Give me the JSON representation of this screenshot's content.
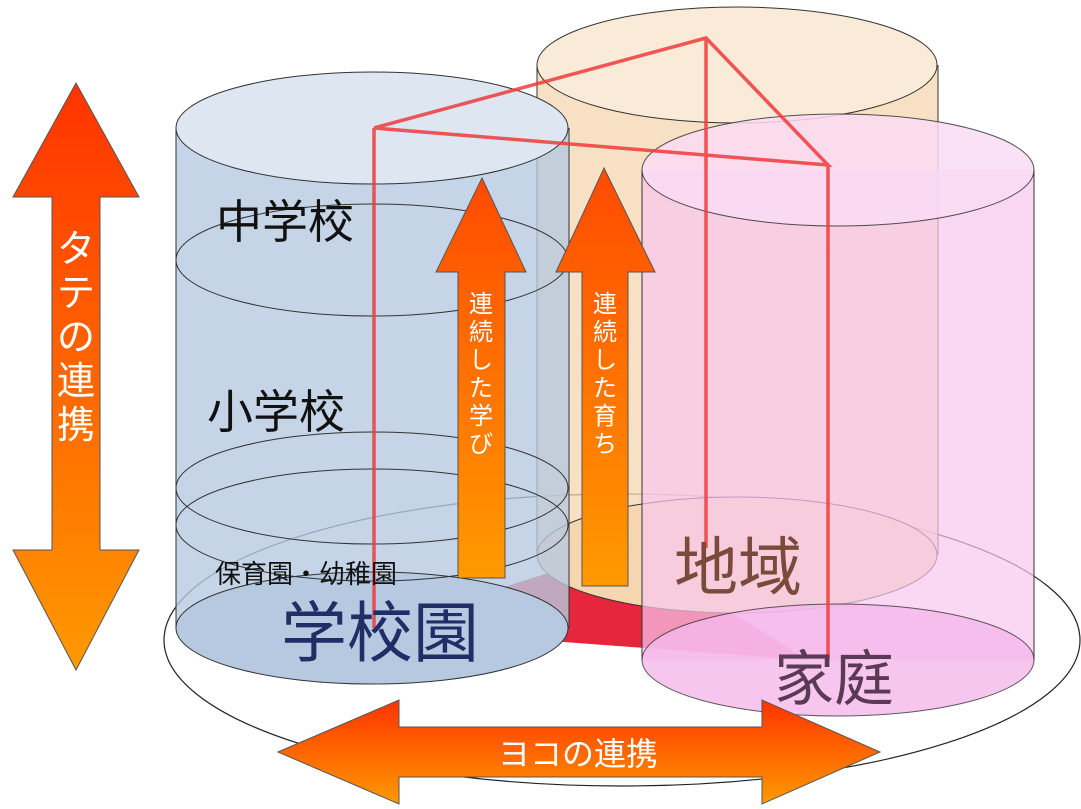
{
  "labels": {
    "vertical_link": "タテの連携",
    "horizontal_link": "ヨコの連携",
    "continuous_learning": "連続した学び",
    "continuous_growth": "連続した育ち",
    "junior_high": "中学校",
    "elementary": "小学校",
    "preschool": "保育園・幼稚園",
    "school_group": "学校園",
    "region": "地域",
    "family": "家庭"
  },
  "colors": {
    "school_cylinder": "#b7c9e0",
    "region_cylinder": "#f6d6b0",
    "family_cylinder": "#f8c8f0",
    "link_line": "#ef3b3b",
    "arrow_top": "#ff3300",
    "arrow_bottom": "#ff9900"
  }
}
